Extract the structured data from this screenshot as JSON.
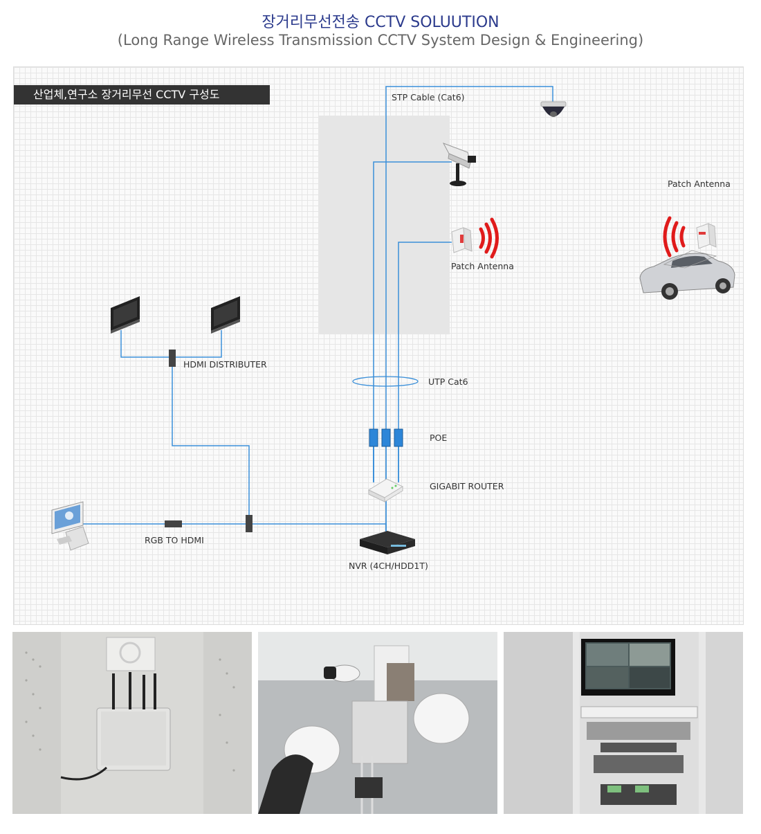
{
  "header": {
    "title": "장거리무선전송 CCTV SOLUUTION",
    "subtitle": "(Long Range Wireless Transmission CCTV System Design & Engineering)"
  },
  "diagram": {
    "badge": "산업체,연구소 장거리무선 CCTV 구성도",
    "labels": {
      "stp_cable": "STP Cable (Cat6)",
      "patch_antenna_1": "Patch Antenna",
      "patch_antenna_2": "Patch Antenna",
      "hdmi_distributer": "HDMI DISTRIBUTER",
      "utp_cat6": "UTP Cat6",
      "poe": "POE",
      "gigabit_router": "GIGABIT ROUTER",
      "rgb_to_hdmi": "RGB TO HDMI",
      "nvr": "NVR (4CH/HDD1T)"
    },
    "colors": {
      "cable": "#3a8fd9",
      "signal": "#e01b1b",
      "badge_bg": "#333333",
      "title": "#2b3a8c"
    }
  }
}
